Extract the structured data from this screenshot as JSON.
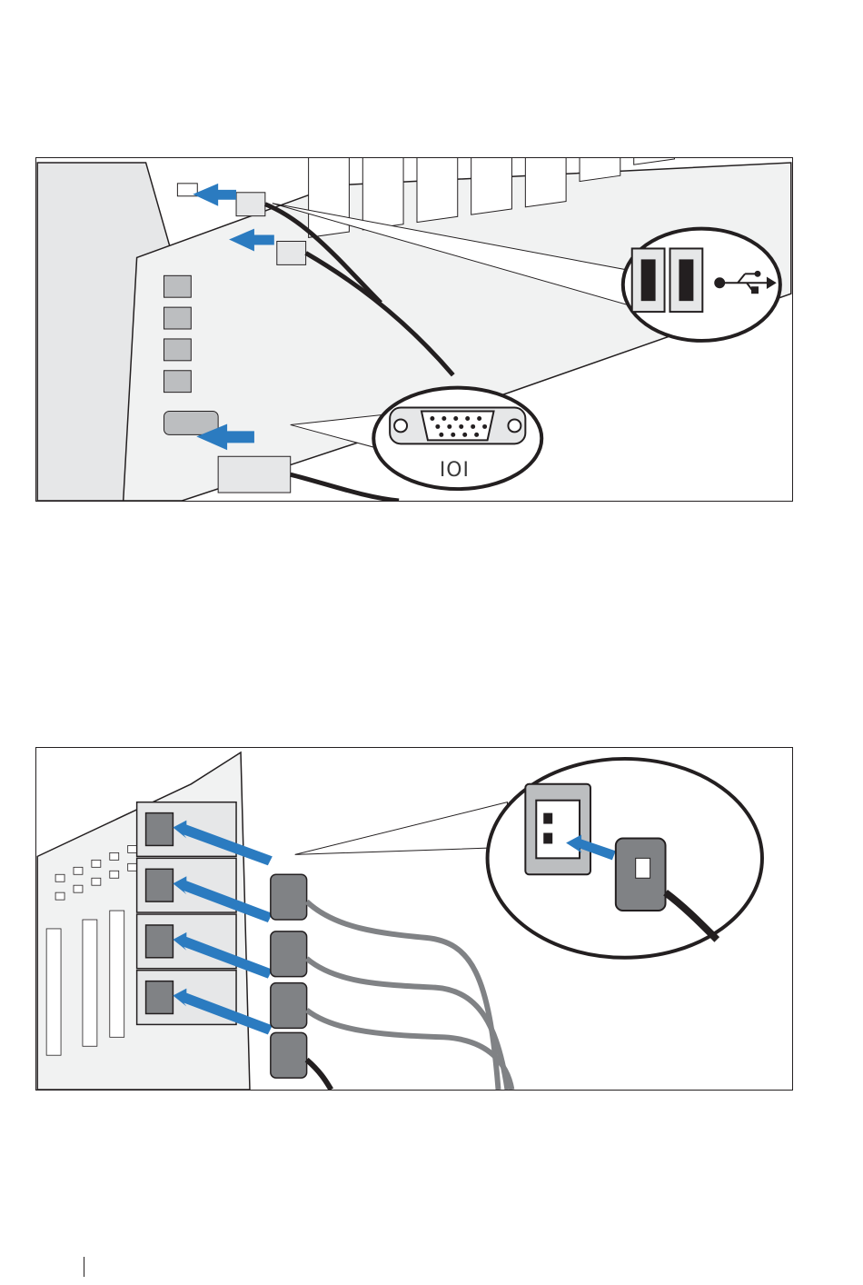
{
  "figures": [
    {
      "id": "keyboard-mouse-monitor-connection",
      "callouts": [
        {
          "icon": "usb-symbol-icon",
          "label": ""
        },
        {
          "icon": "vga-monitor-symbol-icon",
          "label": "IOI"
        }
      ]
    },
    {
      "id": "power-cable-connection",
      "callouts": [
        {
          "icon": "power-outlet-icon",
          "label": ""
        }
      ]
    }
  ],
  "colors": {
    "arrow": "#2b7bc0",
    "line": "#231f20",
    "shade_light": "#e6e7e8",
    "shade_mid": "#bcbec0",
    "shade_dark": "#808285"
  }
}
